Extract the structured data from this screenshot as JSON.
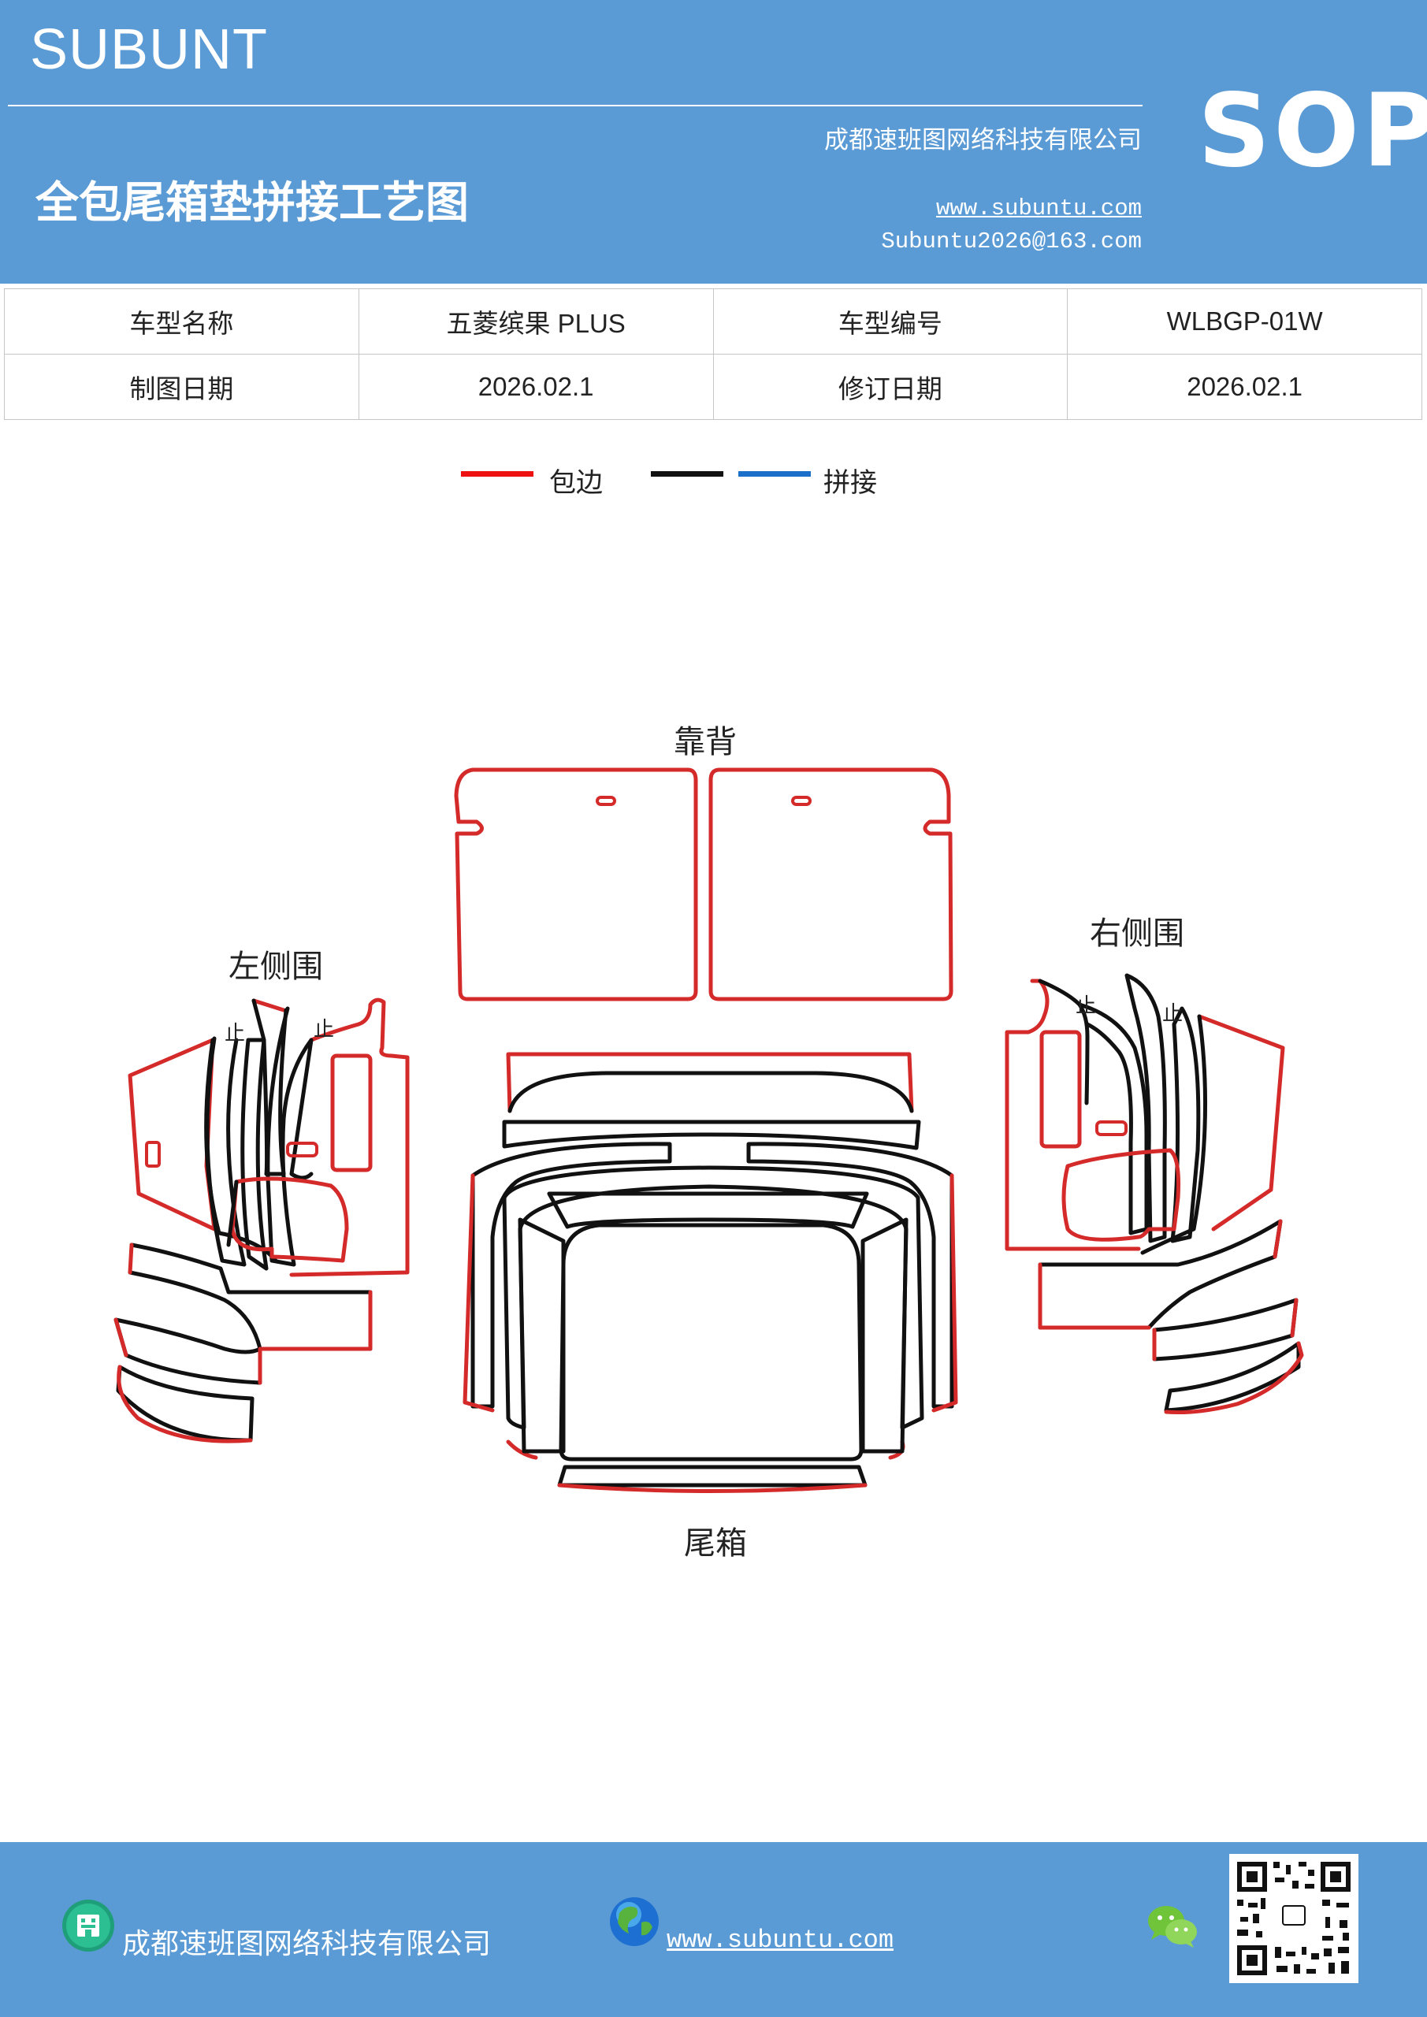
{
  "header": {
    "brand": "SUBUNT",
    "company": "成都速班图网络科技有限公司",
    "title": "全包尾箱垫拼接工艺图",
    "website": "www.subuntu.com",
    "email": "Subuntu2026@163.com",
    "badge": "SOP"
  },
  "info": {
    "model_name_label": "车型名称",
    "model_name": "五菱缤果 PLUS",
    "model_code_label": "车型编号",
    "model_code": "WLBGP-01W",
    "draw_date_label": "制图日期",
    "draw_date": "2026.02.1",
    "revise_date_label": "修订日期",
    "revise_date": "2026.02.1"
  },
  "legend": {
    "wrap_label": "包边",
    "splice_label": "拼接",
    "colors": {
      "wrap": "#ee1111",
      "black": "#111111",
      "splice": "#1a6fc9"
    }
  },
  "diagram": {
    "backrest_label": "靠背",
    "left_side_label": "左侧围",
    "right_side_label": "右侧围",
    "trunk_label": "尾箱",
    "stop_mark": "止",
    "colors": {
      "edge": "#d42a2a",
      "seam": "#111111"
    }
  },
  "footer": {
    "company": "成都速班图网络科技有限公司",
    "website": "www.subuntu.com",
    "icons": [
      "building-icon",
      "globe-icon",
      "wechat-icon",
      "qr-code-icon"
    ]
  }
}
